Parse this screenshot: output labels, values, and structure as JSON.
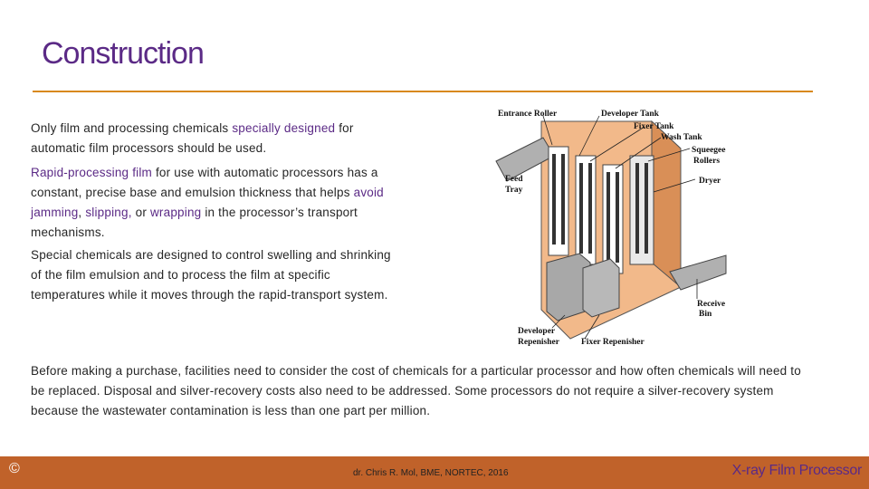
{
  "slide": {
    "title": "Construction"
  },
  "paragraphs": {
    "p1": {
      "pre": "Only film and processing chemicals ",
      "hl1": "specially designed",
      "post": " for automatic film processors should be used."
    },
    "p2": {
      "hl1": "Rapid-processing film",
      "text1": " for use with automatic processors has a constant, precise base and emulsion thickness that helps ",
      "hl2": "avoid jamming",
      "text2": ", ",
      "hl3": "slipping,",
      "text3": " or ",
      "hl4": "wrapping",
      "text4": " in the processor’s transport mechanisms."
    },
    "p3": "Special chemicals are designed to control swelling and shrinking of the film emulsion and to process the film at specific temperatures while it moves through the rapid-transport system.",
    "p4": "Before making a purchase, facilities need to consider the cost of chemicals for a particular processor and how often chemicals will need to be replaced. Disposal and silver-recovery costs also need to be addressed. Some processors do not require a silver-recovery system because the wastewater contamination is less than one part per million."
  },
  "diagram": {
    "labels": {
      "entrance_roller": "Entrance Roller",
      "developer_tank": "Developer Tank",
      "fixer_tank": "Fixer Tank",
      "wash_tank": "Wash Tank",
      "squeegee": "Squeegee",
      "rollers": "Rollers",
      "feed": "Feed",
      "tray": "Tray",
      "dryer": "Dryer",
      "receive": "Receive",
      "bin": "Bin",
      "developer": "Developer",
      "repenisher": "Repenisher",
      "fixer_repenisher": "Fixer Repenisher"
    },
    "colors": {
      "body": "#f2b98a",
      "shadow": "#d98f57",
      "steel": "#9a9a9a"
    }
  },
  "footer": {
    "copyright": "©",
    "credit": "dr. Chris R. Mol, BME, NORTEC, 2016",
    "title": "X-ray Film Processor",
    "color": "#c0622a"
  },
  "theme": {
    "accent": "#5b2a86",
    "rule": "#d8891d"
  }
}
